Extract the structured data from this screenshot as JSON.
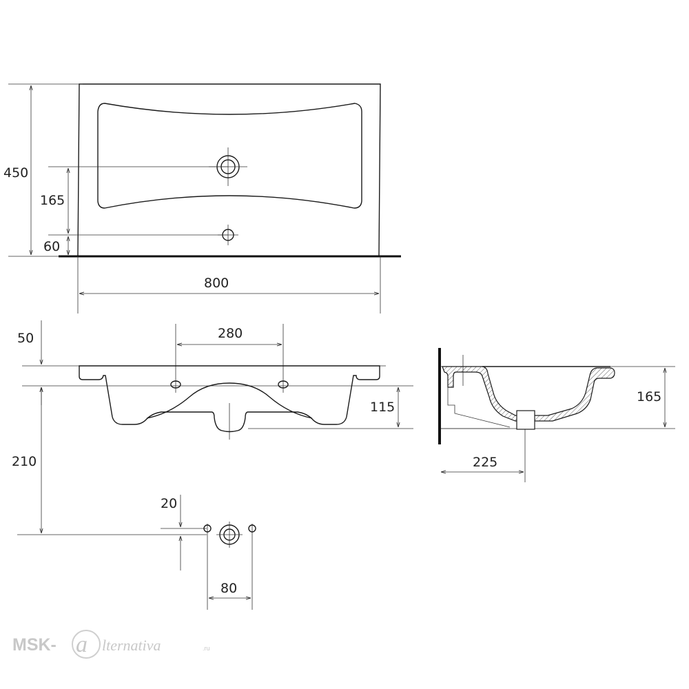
{
  "drawing": {
    "top_view": {
      "dim_width": "800",
      "dim_depth": "450",
      "dim_drain_from_back": "165",
      "dim_tap_from_back": "60"
    },
    "front_view": {
      "dim_rim_thickness": "50",
      "dim_overflow_spacing": "280",
      "dim_body_height": "115",
      "dim_mount_height": "210"
    },
    "side_view": {
      "dim_bowl_depth": "165",
      "dim_drain_offset": "225"
    },
    "fixing_detail": {
      "dim_vertical": "20",
      "dim_horizontal": "80"
    }
  },
  "watermark": {
    "left": "MSK-",
    "brand": "lternativa",
    "suffix": ".ru"
  }
}
